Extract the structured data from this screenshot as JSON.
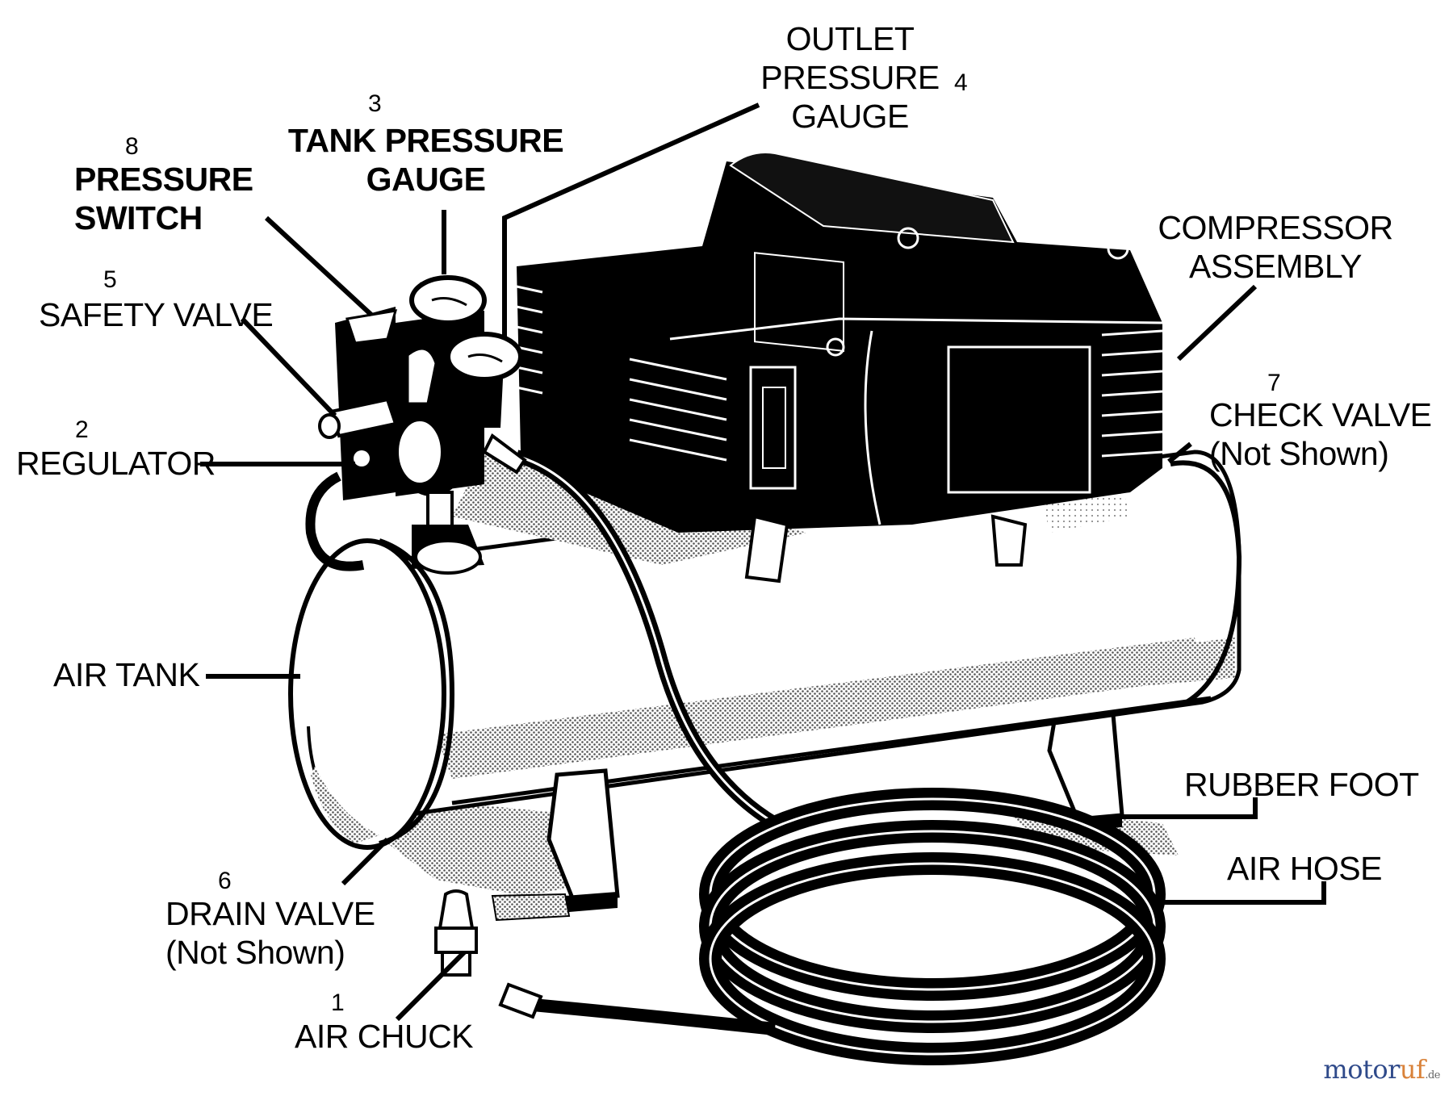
{
  "callouts": {
    "outlet_gauge": {
      "number": "4",
      "lines": [
        "OUTLET",
        "PRESSURE",
        "GAUGE"
      ]
    },
    "tank_gauge": {
      "number": "3",
      "lines": [
        "TANK PRESSURE",
        "GAUGE"
      ]
    },
    "pressure_switch": {
      "number": "8",
      "lines": [
        "PRESSURE",
        "SWITCH"
      ]
    },
    "safety_valve": {
      "number": "5",
      "lines": [
        "SAFETY VALVE"
      ]
    },
    "regulator": {
      "number": "2",
      "lines": [
        "REGULATOR"
      ]
    },
    "compressor_assembly": {
      "lines": [
        "COMPRESSOR",
        "ASSEMBLY"
      ]
    },
    "check_valve": {
      "number": "7",
      "lines": [
        "CHECK VALVE",
        "(Not Shown)"
      ]
    },
    "air_tank": {
      "lines": [
        "AIR TANK"
      ]
    },
    "rubber_foot": {
      "lines": [
        "RUBBER FOOT"
      ]
    },
    "air_hose": {
      "lines": [
        "AIR HOSE"
      ]
    },
    "drain_valve": {
      "number": "6",
      "lines": [
        "DRAIN VALVE",
        "(Not Shown)"
      ]
    },
    "air_chuck": {
      "number": "1",
      "lines": [
        "AIR CHUCK"
      ]
    }
  },
  "watermark": {
    "part1": "motor",
    "part2": "uf",
    "suffix": ".de"
  },
  "colors": {
    "ink": "#000000",
    "paper": "#ffffff",
    "shade": "#9a9a9a",
    "brand_blue": "#2f4a8a",
    "brand_orange": "#d9823a"
  }
}
